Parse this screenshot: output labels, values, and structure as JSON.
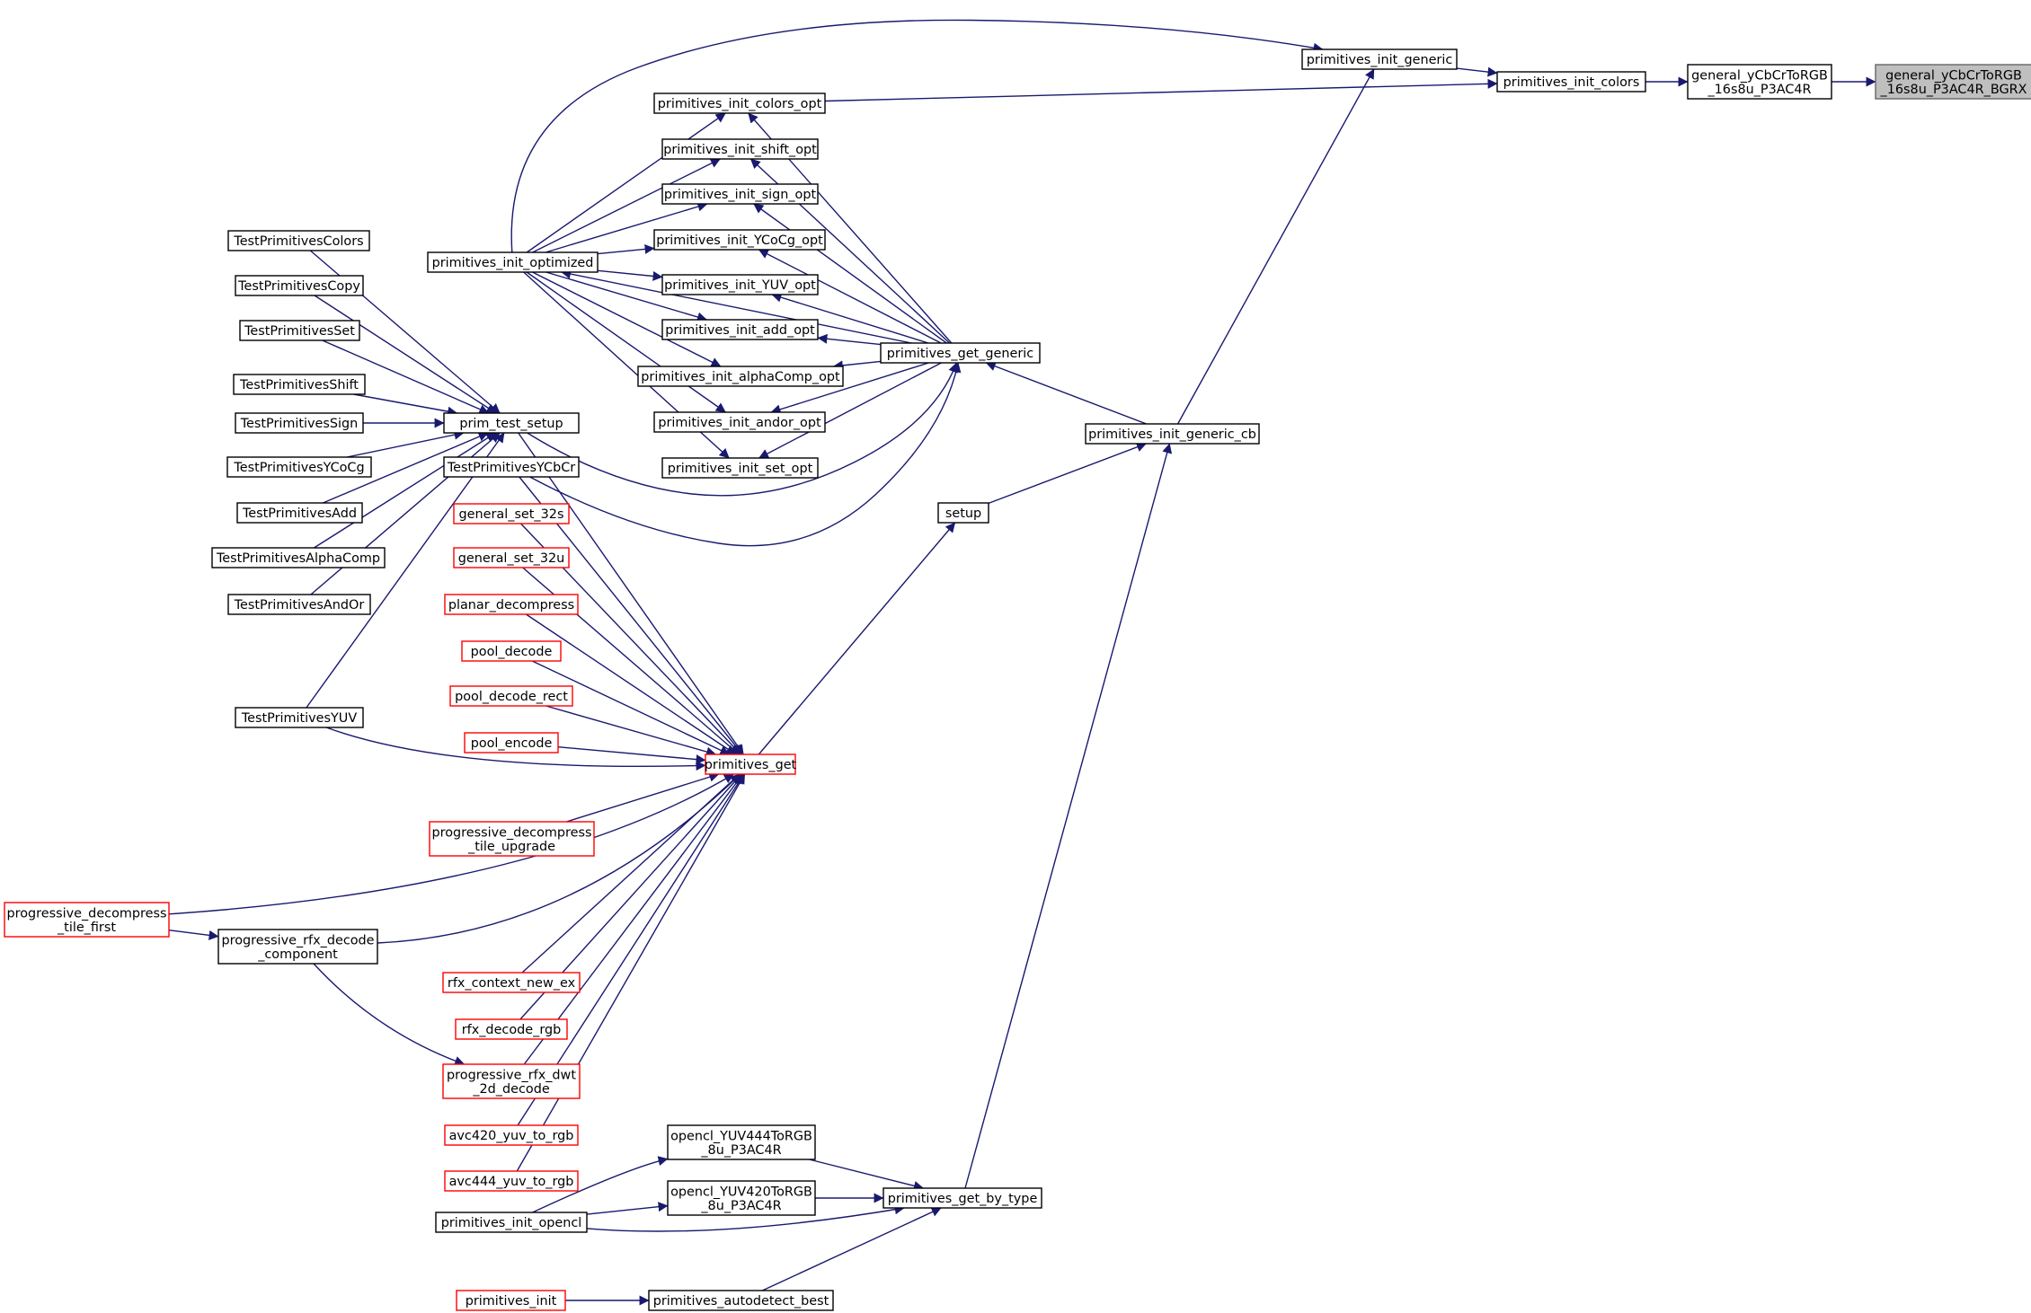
{
  "colors": {
    "edge": "#191970",
    "node_border": "#000000",
    "missing_border": "#ff0000",
    "current_fill": "#bfbfbf",
    "background": "#ffffff"
  },
  "nodes": {
    "cur": {
      "lines": [
        "general_yCbCrToRGB",
        "_16s8u_P3AC4R_BGRX"
      ],
      "style": "current"
    },
    "g16": {
      "lines": [
        "general_yCbCrToRGB",
        "_16s8u_P3AC4R"
      ],
      "style": "normal"
    },
    "pic": {
      "lines": [
        "primitives_init_colors"
      ],
      "style": "normal"
    },
    "pig": {
      "lines": [
        "primitives_init_generic"
      ],
      "style": "normal"
    },
    "pico": {
      "lines": [
        "primitives_init_colors_opt"
      ],
      "style": "normal"
    },
    "pis": {
      "lines": [
        "primitives_init_shift_opt"
      ],
      "style": "normal"
    },
    "pisg": {
      "lines": [
        "primitives_init_sign_opt"
      ],
      "style": "normal"
    },
    "piy": {
      "lines": [
        "primitives_init_YCoCg_opt"
      ],
      "style": "normal"
    },
    "piyuv": {
      "lines": [
        "primitives_init_YUV_opt"
      ],
      "style": "normal"
    },
    "pia": {
      "lines": [
        "primitives_init_add_opt"
      ],
      "style": "normal"
    },
    "piac": {
      "lines": [
        "primitives_init_alphaComp_opt"
      ],
      "style": "normal"
    },
    "piao": {
      "lines": [
        "primitives_init_andor_opt"
      ],
      "style": "normal"
    },
    "piset": {
      "lines": [
        "primitives_init_set_opt"
      ],
      "style": "normal"
    },
    "pio": {
      "lines": [
        "primitives_init_optimized"
      ],
      "style": "normal"
    },
    "pgg": {
      "lines": [
        "primitives_get_generic"
      ],
      "style": "normal"
    },
    "pigcb": {
      "lines": [
        "primitives_init_generic_cb"
      ],
      "style": "normal"
    },
    "setup": {
      "lines": [
        "setup"
      ],
      "style": "normal"
    },
    "pts": {
      "lines": [
        "prim_test_setup"
      ],
      "style": "normal"
    },
    "tcol": {
      "lines": [
        "TestPrimitivesColors"
      ],
      "style": "normal"
    },
    "tcopy": {
      "lines": [
        "TestPrimitivesCopy"
      ],
      "style": "normal"
    },
    "tset": {
      "lines": [
        "TestPrimitivesSet"
      ],
      "style": "normal"
    },
    "tshift": {
      "lines": [
        "TestPrimitivesShift"
      ],
      "style": "normal"
    },
    "tsign": {
      "lines": [
        "TestPrimitivesSign"
      ],
      "style": "normal"
    },
    "tycocg": {
      "lines": [
        "TestPrimitivesYCoCg"
      ],
      "style": "normal"
    },
    "tadd": {
      "lines": [
        "TestPrimitivesAdd"
      ],
      "style": "normal"
    },
    "talpha": {
      "lines": [
        "TestPrimitivesAlphaComp"
      ],
      "style": "normal"
    },
    "tandor": {
      "lines": [
        "TestPrimitivesAndOr"
      ],
      "style": "normal"
    },
    "tyuv": {
      "lines": [
        "TestPrimitivesYUV"
      ],
      "style": "normal"
    },
    "tycbcr": {
      "lines": [
        "TestPrimitivesYCbCr"
      ],
      "style": "normal"
    },
    "gs32s": {
      "lines": [
        "general_set_32s"
      ],
      "style": "missing"
    },
    "gs32u": {
      "lines": [
        "general_set_32u"
      ],
      "style": "missing"
    },
    "plan": {
      "lines": [
        "planar_decompress"
      ],
      "style": "missing"
    },
    "pdec": {
      "lines": [
        "pool_decode"
      ],
      "style": "missing"
    },
    "pdecr": {
      "lines": [
        "pool_decode_rect"
      ],
      "style": "missing"
    },
    "penc": {
      "lines": [
        "pool_encode"
      ],
      "style": "missing"
    },
    "pget": {
      "lines": [
        "primitives_get"
      ],
      "style": "missing"
    },
    "pdtu": {
      "lines": [
        "progressive_decompress",
        "_tile_upgrade"
      ],
      "style": "missing"
    },
    "pdtf": {
      "lines": [
        "progressive_decompress",
        "_tile_first"
      ],
      "style": "missing"
    },
    "prdc": {
      "lines": [
        "progressive_rfx_decode",
        "_component"
      ],
      "style": "normal"
    },
    "rfxnew": {
      "lines": [
        "rfx_context_new_ex"
      ],
      "style": "missing"
    },
    "rfxrgb": {
      "lines": [
        "rfx_decode_rgb"
      ],
      "style": "missing"
    },
    "pdwt": {
      "lines": [
        "progressive_rfx_dwt",
        "_2d_decode"
      ],
      "style": "missing"
    },
    "avc420": {
      "lines": [
        "avc420_yuv_to_rgb"
      ],
      "style": "missing"
    },
    "avc444": {
      "lines": [
        "avc444_yuv_to_rgb"
      ],
      "style": "missing"
    },
    "ocl444": {
      "lines": [
        "opencl_YUV444ToRGB",
        "_8u_P3AC4R"
      ],
      "style": "normal"
    },
    "ocl420": {
      "lines": [
        "opencl_YUV420ToRGB",
        "_8u_P3AC4R"
      ],
      "style": "normal"
    },
    "piocl": {
      "lines": [
        "primitives_init_opencl"
      ],
      "style": "normal"
    },
    "pgbt": {
      "lines": [
        "primitives_get_by_type"
      ],
      "style": "normal"
    },
    "pinit": {
      "lines": [
        "primitives_init"
      ],
      "style": "missing"
    },
    "pad": {
      "lines": [
        "primitives_autodetect_best"
      ],
      "style": "normal"
    }
  },
  "edges": [
    [
      "g16",
      "cur"
    ],
    [
      "pic",
      "g16"
    ],
    [
      "pig",
      "pic"
    ],
    [
      "pico",
      "pic"
    ],
    [
      "pio",
      "pig"
    ],
    [
      "pigcb",
      "pig"
    ],
    [
      "pio",
      "pico"
    ],
    [
      "pio",
      "pis"
    ],
    [
      "pio",
      "pisg"
    ],
    [
      "pio",
      "piy"
    ],
    [
      "pio",
      "piyuv"
    ],
    [
      "pio",
      "pia"
    ],
    [
      "pio",
      "piac"
    ],
    [
      "pio",
      "piao"
    ],
    [
      "pio",
      "piset"
    ],
    [
      "pgg",
      "pico"
    ],
    [
      "pgg",
      "pis"
    ],
    [
      "pgg",
      "pisg"
    ],
    [
      "pgg",
      "piy"
    ],
    [
      "pgg",
      "piyuv"
    ],
    [
      "pgg",
      "pia"
    ],
    [
      "pgg",
      "piac"
    ],
    [
      "pgg",
      "piao"
    ],
    [
      "pgg",
      "piset"
    ],
    [
      "pgg",
      "pio"
    ],
    [
      "pigcb",
      "pgg"
    ],
    [
      "setup",
      "pigcb"
    ],
    [
      "pgbt",
      "pigcb"
    ],
    [
      "pts",
      "pgg"
    ],
    [
      "tycbcr",
      "pgg"
    ],
    [
      "tcol",
      "pts"
    ],
    [
      "tcopy",
      "pts"
    ],
    [
      "tset",
      "pts"
    ],
    [
      "tshift",
      "pts"
    ],
    [
      "tsign",
      "pts"
    ],
    [
      "tycocg",
      "pts"
    ],
    [
      "tadd",
      "pts"
    ],
    [
      "talpha",
      "pts"
    ],
    [
      "tandor",
      "pts"
    ],
    [
      "tyuv",
      "pts"
    ],
    [
      "pget",
      "setup"
    ],
    [
      "pts",
      "pget"
    ],
    [
      "tycbcr",
      "pget"
    ],
    [
      "gs32s",
      "pget"
    ],
    [
      "gs32u",
      "pget"
    ],
    [
      "plan",
      "pget"
    ],
    [
      "pdec",
      "pget"
    ],
    [
      "pdecr",
      "pget"
    ],
    [
      "penc",
      "pget"
    ],
    [
      "tyuv",
      "pget"
    ],
    [
      "pdtu",
      "pget"
    ],
    [
      "pdtf",
      "pget"
    ],
    [
      "prdc",
      "pget"
    ],
    [
      "rfxnew",
      "pget"
    ],
    [
      "rfxrgb",
      "pget"
    ],
    [
      "pdwt",
      "pget"
    ],
    [
      "avc420",
      "pget"
    ],
    [
      "avc444",
      "pget"
    ],
    [
      "pdtf",
      "prdc"
    ],
    [
      "prdc",
      "pdwt"
    ],
    [
      "ocl444",
      "pgbt"
    ],
    [
      "ocl420",
      "pgbt"
    ],
    [
      "piocl",
      "pgbt"
    ],
    [
      "pad",
      "pgbt"
    ],
    [
      "piocl",
      "ocl444"
    ],
    [
      "piocl",
      "ocl420"
    ],
    [
      "pinit",
      "pad"
    ]
  ]
}
